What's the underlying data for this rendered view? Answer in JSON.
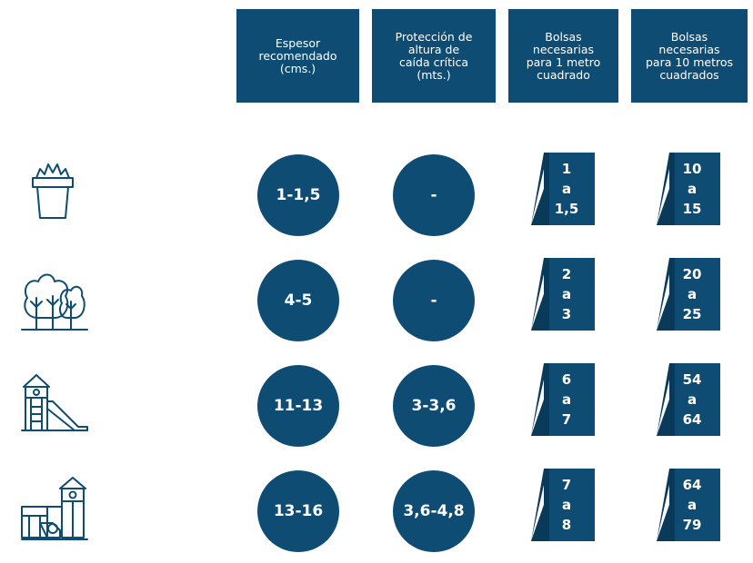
{
  "headers": [
    "Espesor\nrecomendado\n(cms.)",
    "Protección de\naltura de\ncaída crítica\n(mts.)",
    "Bolsas\nnecesarias\npara 1 metro\ncuadrado",
    "Bolsas\nnecesarias\npara 10 metros\ncuadrados"
  ],
  "rows": [
    {
      "icon": "plant-pot-icon",
      "espesor": "1-1,5",
      "proteccion": "-",
      "bolsas_1m": [
        "1",
        "a",
        "1,5"
      ],
      "bolsas_10m": [
        "10",
        "a",
        "15"
      ]
    },
    {
      "icon": "trees-icon",
      "espesor": "4-5",
      "proteccion": "-",
      "bolsas_1m": [
        "2",
        "a",
        "3"
      ],
      "bolsas_10m": [
        "20",
        "a",
        "25"
      ]
    },
    {
      "icon": "slide-tower-icon",
      "espesor": "11-13",
      "proteccion": "3-3,6",
      "bolsas_1m": [
        "6",
        "a",
        "7"
      ],
      "bolsas_10m": [
        "54",
        "a",
        "64"
      ]
    },
    {
      "icon": "playground-castle-icon",
      "espesor": "13-16",
      "proteccion": "3,6-4,8",
      "bolsas_1m": [
        "7",
        "a",
        "8"
      ],
      "bolsas_10m": [
        "64",
        "a",
        "79"
      ]
    }
  ],
  "colors": {
    "primary": "#0e4c73",
    "bag_dark": "#0a3a59",
    "text_on_primary": "#ffffff"
  }
}
